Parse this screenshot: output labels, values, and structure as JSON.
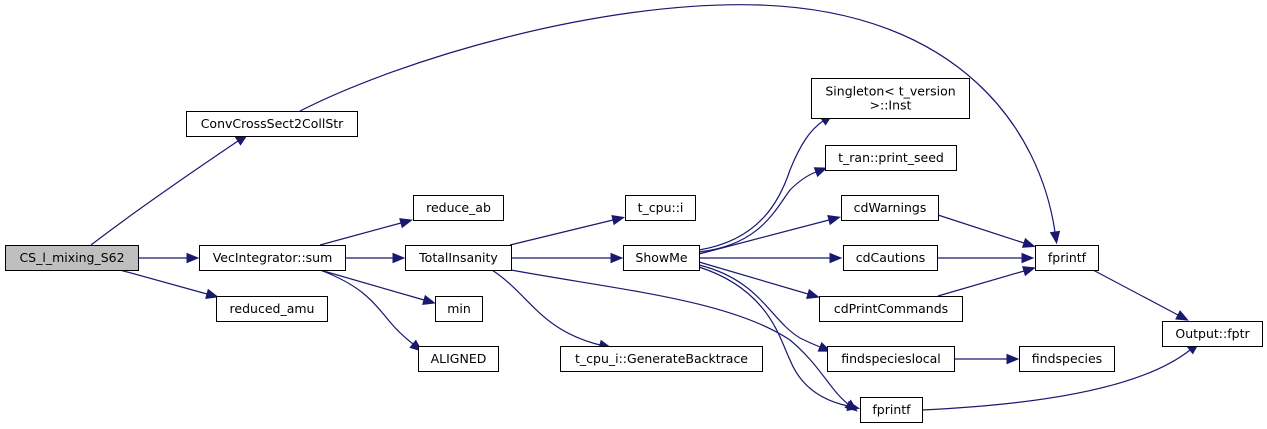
{
  "diagram": {
    "type": "call-graph",
    "edge_color": "#191970",
    "root_fill": "#bfbfbf",
    "nodes": [
      {
        "id": "cs",
        "label": [
          "CS_l_mixing_S62"
        ],
        "root": true
      },
      {
        "id": "conv",
        "label": [
          "ConvCrossSect2CollStr"
        ]
      },
      {
        "id": "vec",
        "label": [
          "VecIntegrator::sum"
        ]
      },
      {
        "id": "ramu",
        "label": [
          "reduced_amu"
        ]
      },
      {
        "id": "rab",
        "label": [
          "reduce_ab"
        ]
      },
      {
        "id": "tot",
        "label": [
          "TotalInsanity"
        ]
      },
      {
        "id": "min",
        "label": [
          "min"
        ]
      },
      {
        "id": "aligned",
        "label": [
          "ALIGNED"
        ]
      },
      {
        "id": "tcpu",
        "label": [
          "t_cpu::i"
        ]
      },
      {
        "id": "showme",
        "label": [
          "ShowMe"
        ]
      },
      {
        "id": "gbt",
        "label": [
          "t_cpu_i::GenerateBacktrace"
        ]
      },
      {
        "id": "single",
        "label": [
          "Singleton< t_version",
          ">::Inst"
        ]
      },
      {
        "id": "pseed",
        "label": [
          "t_ran::print_seed"
        ]
      },
      {
        "id": "warn",
        "label": [
          "cdWarnings"
        ]
      },
      {
        "id": "caut",
        "label": [
          "cdCautions"
        ]
      },
      {
        "id": "pcmd",
        "label": [
          "cdPrintCommands"
        ]
      },
      {
        "id": "fsl",
        "label": [
          "findspecieslocal"
        ]
      },
      {
        "id": "fprintf2",
        "label": [
          "fprintf"
        ]
      },
      {
        "id": "fprintf1",
        "label": [
          "fprintf"
        ]
      },
      {
        "id": "fs",
        "label": [
          "findspecies"
        ]
      },
      {
        "id": "fptr",
        "label": [
          "Output::fptr"
        ]
      }
    ],
    "edges": [
      [
        "cs",
        "conv"
      ],
      [
        "cs",
        "vec"
      ],
      [
        "cs",
        "ramu"
      ],
      [
        "conv",
        "fprintf1"
      ],
      [
        "vec",
        "rab"
      ],
      [
        "vec",
        "tot"
      ],
      [
        "vec",
        "min"
      ],
      [
        "vec",
        "aligned"
      ],
      [
        "tot",
        "tcpu"
      ],
      [
        "tot",
        "showme"
      ],
      [
        "tot",
        "gbt"
      ],
      [
        "tot",
        "fprintf2"
      ],
      [
        "showme",
        "single"
      ],
      [
        "showme",
        "pseed"
      ],
      [
        "showme",
        "warn"
      ],
      [
        "showme",
        "caut"
      ],
      [
        "showme",
        "pcmd"
      ],
      [
        "showme",
        "fsl"
      ],
      [
        "showme",
        "fprintf2"
      ],
      [
        "warn",
        "fprintf1"
      ],
      [
        "caut",
        "fprintf1"
      ],
      [
        "pcmd",
        "fprintf1"
      ],
      [
        "fsl",
        "fs"
      ],
      [
        "fprintf1",
        "fptr"
      ],
      [
        "fprintf2",
        "fptr"
      ]
    ]
  }
}
